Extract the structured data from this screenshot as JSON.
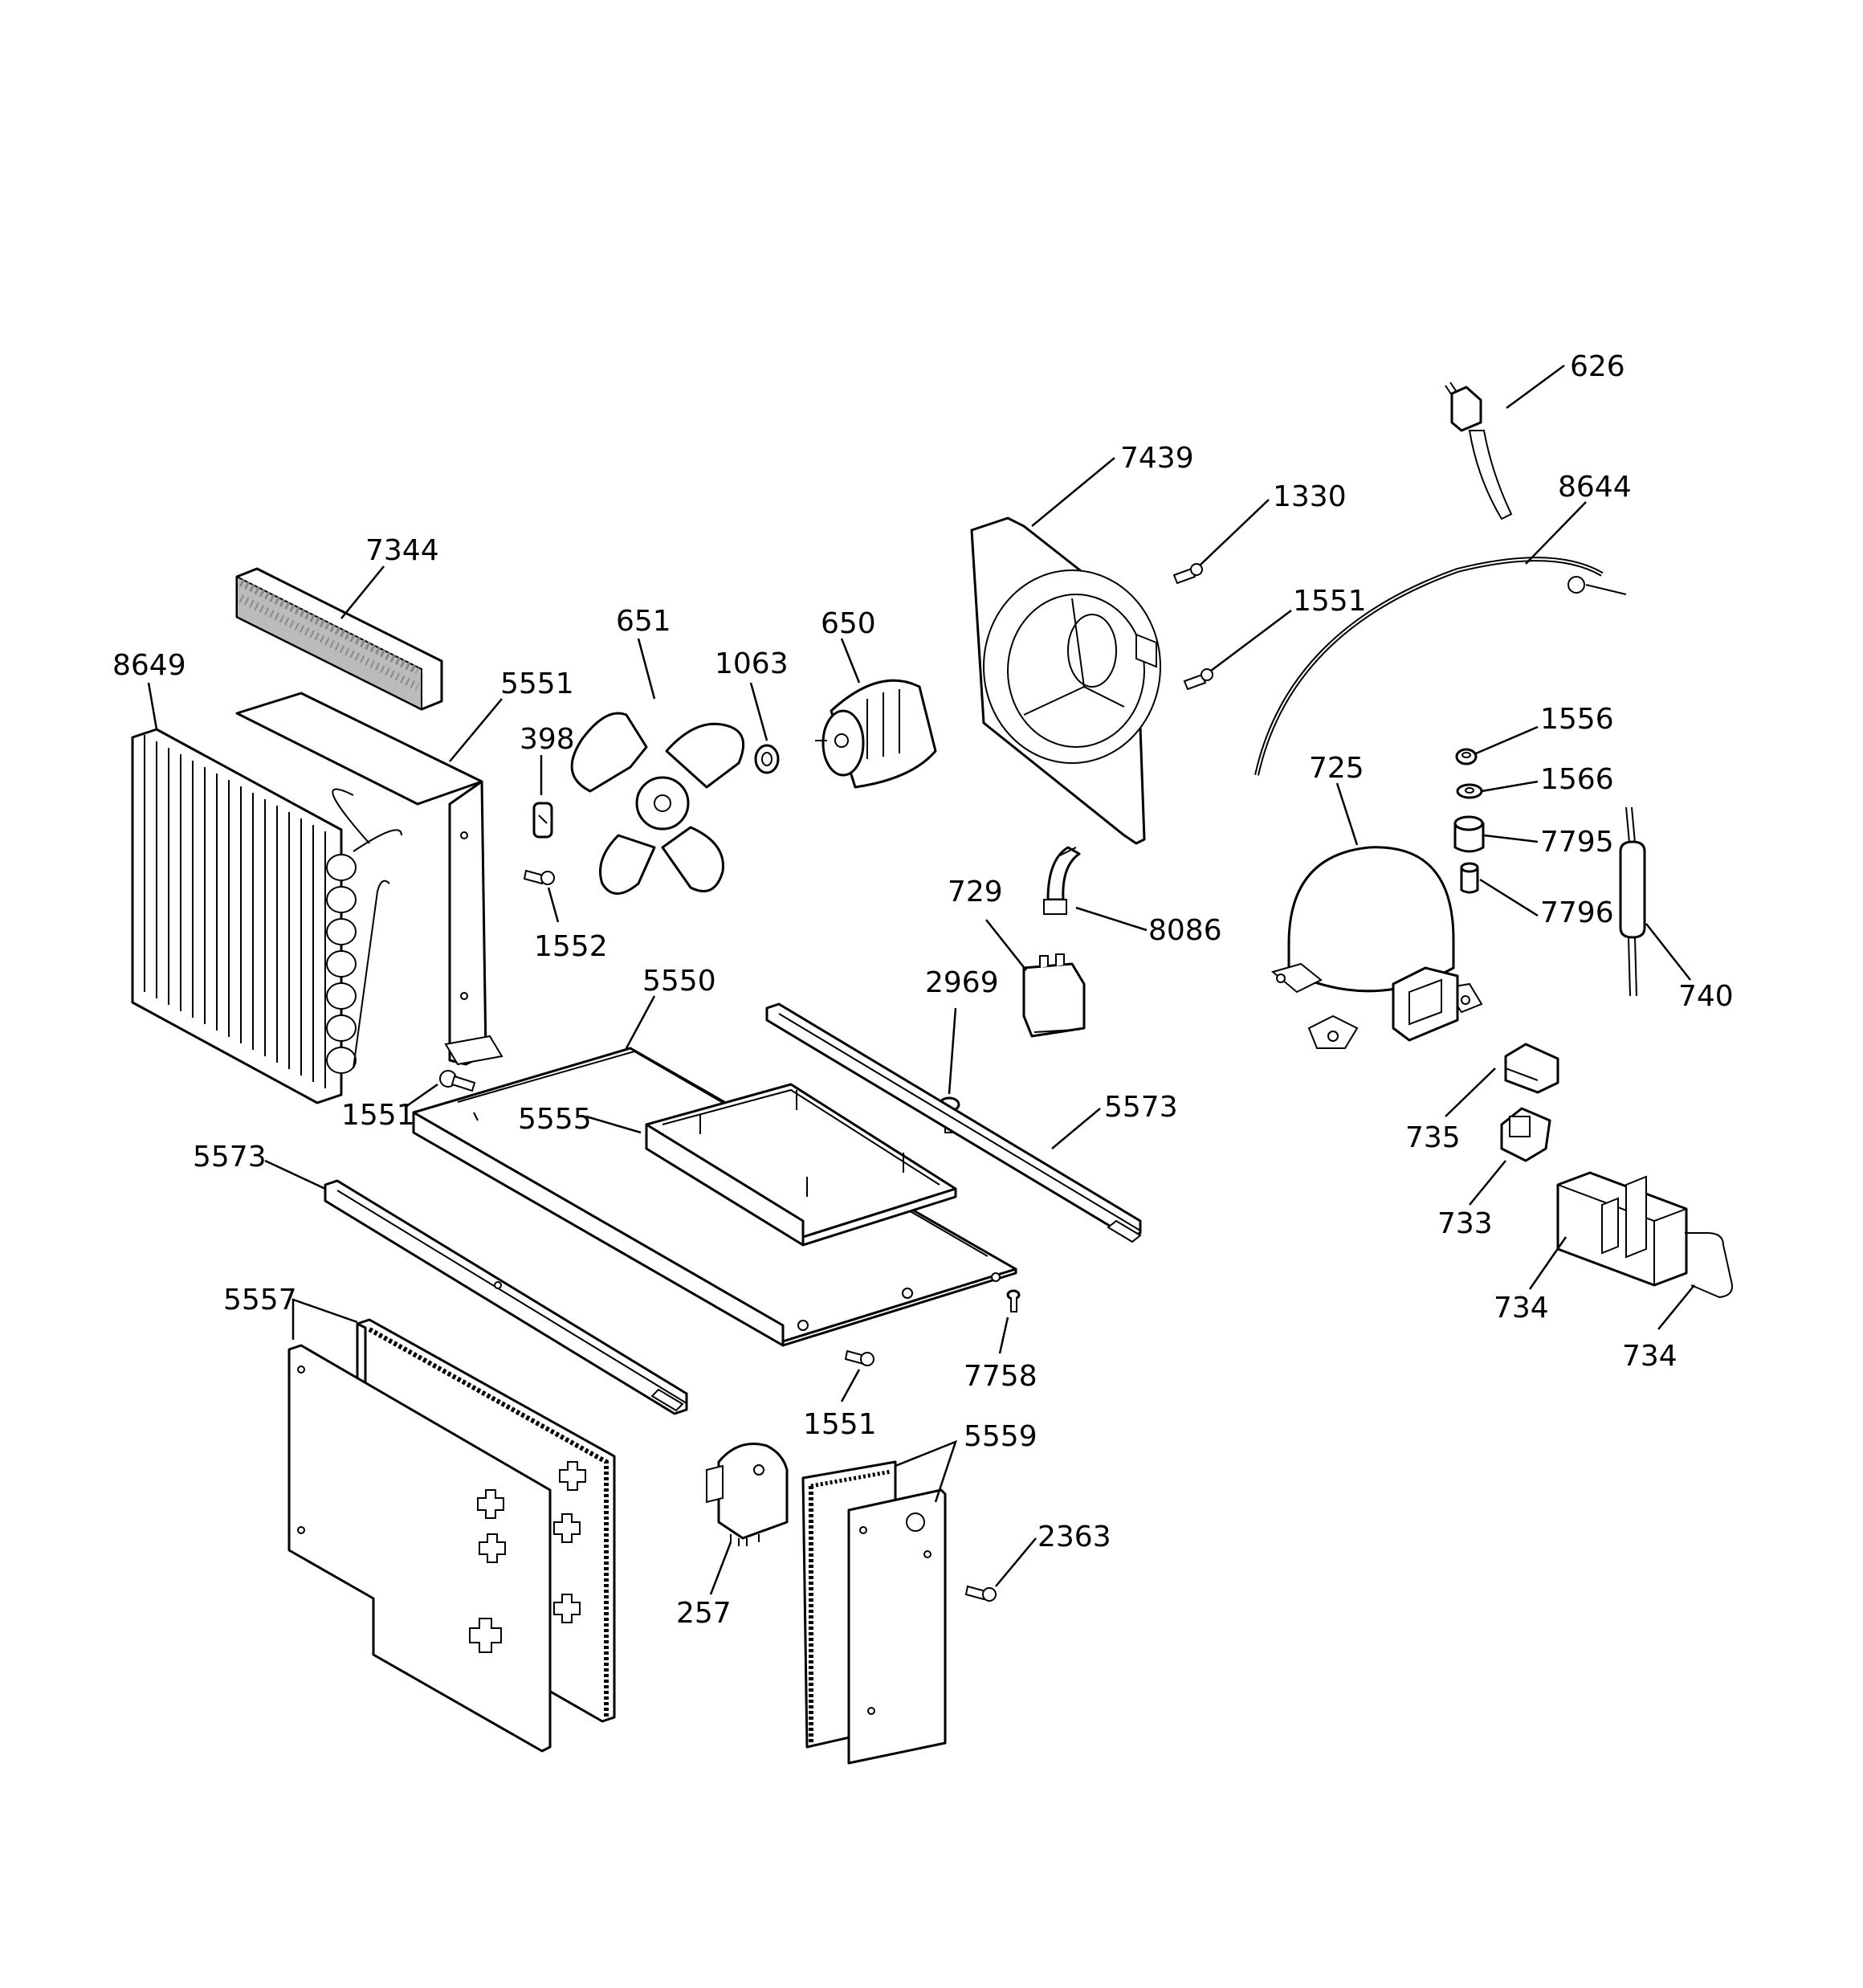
{
  "callouts": {
    "c626": "626",
    "c8644": "8644",
    "c7439": "7439",
    "c1330": "1330",
    "c1551_motor": "1551",
    "c7344": "7344",
    "c651": "651",
    "c1063": "1063",
    "c650": "650",
    "c8649": "8649",
    "c5551": "5551",
    "c398": "398",
    "c1552": "1552",
    "c1556": "1556",
    "c1566": "1566",
    "c725": "725",
    "c7795": "7795",
    "c7796": "7796",
    "c740": "740",
    "c729": "729",
    "c8086": "8086",
    "c5550": "5550",
    "c2969": "2969",
    "c1551_cond": "1551",
    "c5555": "5555",
    "c5573_right": "5573",
    "c5573_left": "5573",
    "c735": "735",
    "c733": "733",
    "c734_relay": "734",
    "c734_clip": "734",
    "c5557": "5557",
    "c7758": "7758",
    "c1551_base": "1551",
    "c5559": "5559",
    "c2363": "2363",
    "c257": "257"
  },
  "icons": [
    "power-cord-plug-icon",
    "fan-blade-icon",
    "fan-motor-icon",
    "compressor-icon",
    "condenser-coil-icon",
    "screw-icon",
    "relay-icon",
    "defrost-timer-icon",
    "drier-icon"
  ]
}
